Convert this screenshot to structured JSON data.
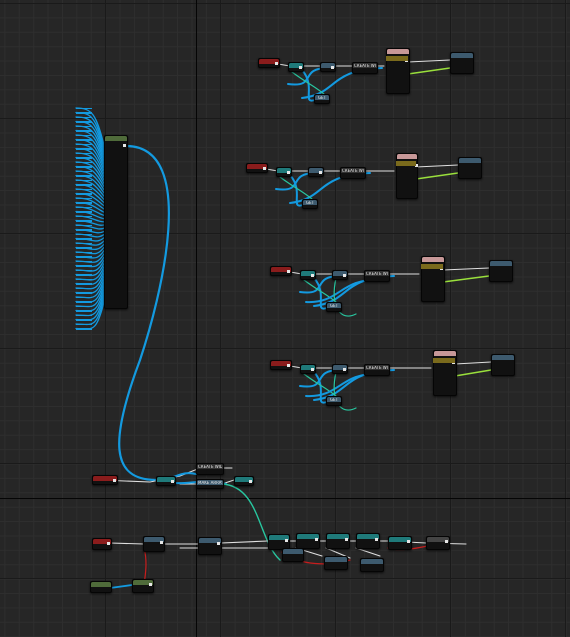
{
  "colors": {
    "event_header": "#8a1c1c",
    "func_header": "#3d5a6e",
    "pure_header": "#1f7a7a",
    "array_header": "#4f6b3a",
    "var_header": "#7a6a1c",
    "settext_header": "#c79898",
    "wire_exec": "#e0e0e0",
    "wire_object": "#139ae0",
    "wire_string": "#28c7a0",
    "wire_text": "#9ae03c",
    "wire_bool": "#c81d1d"
  },
  "labels": {
    "concat_label": "CREATE WIDG",
    "array_node_label": "MAKE ARRAY",
    "function_label": "GET"
  }
}
